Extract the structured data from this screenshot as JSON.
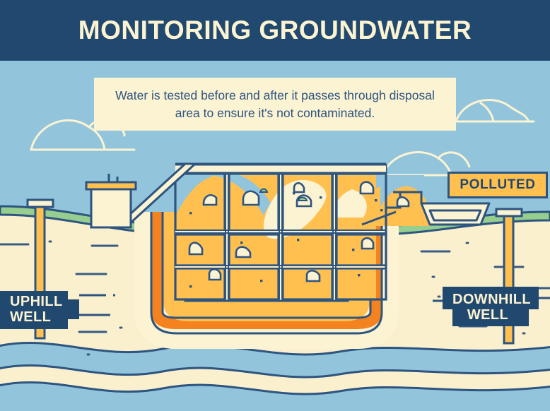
{
  "header": {
    "title": "MONITORING GROUNDWATER",
    "bg_color": "#21486F",
    "text_color": "#FBF3D2"
  },
  "callout": {
    "text": "Water is tested before and after it passes through disposal area to ensure it's not contaminated.",
    "bg_color": "#FBF3D2",
    "text_color": "#2E5480"
  },
  "badges": {
    "polluted": {
      "label": "POLLUTED",
      "fill": "#FFC04F",
      "border": "#2E5480",
      "text_color": "#21486F"
    }
  },
  "labels": {
    "uphill_well": {
      "line1": "UPHILL",
      "line2": "WELL",
      "fill": "#21486F",
      "text_color": "#FBF3D2"
    },
    "downhill_well": {
      "line1": "DOWNHILL",
      "line2": "WELL",
      "fill": "#21486F",
      "text_color": "#FBF3D2"
    }
  },
  "palette": {
    "navy": "#21486F",
    "stroke_blue": "#2E5480",
    "sky": "#92C5DC",
    "water": "#92C5DC",
    "sand": "#FBF0CE",
    "cream": "#FBF3D2",
    "orange": "#FFC04F",
    "orange_dark": "#F4831F",
    "green": "#96CE8F"
  },
  "scene": {
    "sky_label": "sky",
    "ground_label": "sand-ground",
    "grass_label": "grass-layer",
    "groundwater_label": "groundwater-waves",
    "landfill_label": "landfill-cells",
    "liner_label": "landfill-liner",
    "uphill_pipe_label": "uphill-well-pipe",
    "downhill_pipe_label": "downhill-well-pipe",
    "building_label": "monitoring-building",
    "basin_label": "collection-basin",
    "clouds": [
      "cloud-left",
      "cloud-top-right",
      "cloud-bottom-right"
    ]
  }
}
